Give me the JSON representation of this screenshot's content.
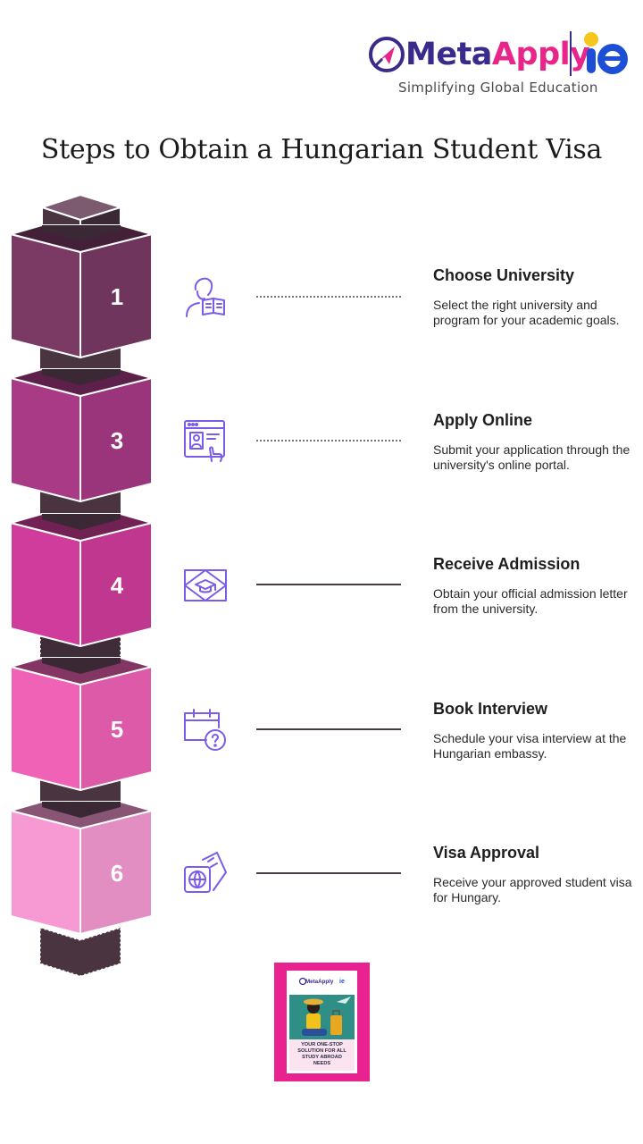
{
  "logo": {
    "name_part1": "Meta",
    "name_part2": "Apply",
    "partner_mark": "ie",
    "tagline": "Simplifying Global Education",
    "colors": {
      "primary": "#3a2a8c",
      "accent": "#e8268a",
      "ie_blue": "#1d4fd6",
      "ie_yellow": "#f7c61e"
    }
  },
  "title": "Steps to Obtain a Hungarian Student Visa",
  "steps": [
    {
      "number": "1",
      "title": "Choose University",
      "description": "Select the right university and program for your academic goals.",
      "icon": "student-reading-icon",
      "color": "#7a3a64"
    },
    {
      "number": "3",
      "title": "Apply Online",
      "description": "Submit your application through the university's online portal.",
      "icon": "online-application-icon",
      "color": "#a83a86"
    },
    {
      "number": "4",
      "title": "Receive Admission",
      "description": "Obtain your official admission letter from the university.",
      "icon": "admission-letter-icon",
      "color": "#d03c9b"
    },
    {
      "number": "5",
      "title": "Book Interview",
      "description": "Schedule your visa interview at the Hungarian embassy.",
      "icon": "calendar-question-icon",
      "color": "#ef62b6"
    },
    {
      "number": "6",
      "title": "Visa Approval",
      "description": "Receive your approved student visa for Hungary.",
      "icon": "passport-ticket-icon",
      "color": "#f79ad4"
    }
  ],
  "poster": {
    "brand": "MetaApply",
    "partner_mark": "ie",
    "headline": "YOUR ONE-STOP SOLUTION FOR ALL STUDY ABROAD NEEDS"
  }
}
